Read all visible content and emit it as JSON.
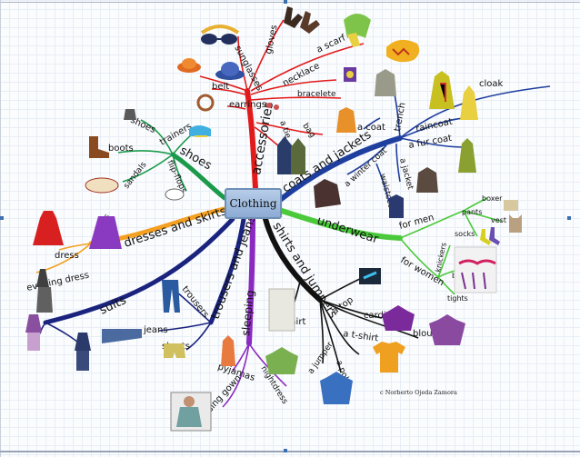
{
  "center": "Clothing",
  "copyright": "c Norberto Ojeda Zamora",
  "colors": {
    "accessories": "#e11b1b",
    "coats": "#1f3f9e",
    "underwear": "#4ac93a",
    "shirts": "#111111",
    "sleeping": "#8a2ac0",
    "trousers": "#1a237e",
    "dresses": "#f4a020",
    "shoes": "#1b9a4a",
    "suits": "#1a237e"
  },
  "branches": {
    "accessories": {
      "label": "accessories",
      "items": [
        "sunglasses",
        "gloves",
        "a scarf",
        "hat",
        "necklace",
        "bracelete",
        "belt",
        "earrings",
        "a tie",
        "bag"
      ]
    },
    "coats": {
      "label": "coats and jackets",
      "items": [
        "a coat",
        "trench",
        "raincoat",
        "cloak",
        "a fur coat",
        "a winter coat",
        "a jacket",
        "waistcoat"
      ]
    },
    "underwear": {
      "label": "underwear",
      "items": [
        "for men",
        "pants",
        "boxer",
        "socks",
        "vest",
        "for women",
        "knickers",
        "bra",
        "tights"
      ]
    },
    "shirts": {
      "label": "shirts and jumpers",
      "items": [
        "shirt",
        "a top",
        "cardigan",
        "blouse",
        "a t-shirt",
        "a jumper",
        "a polo"
      ]
    },
    "sleeping": {
      "label": "sleeping",
      "items": [
        "pyjamas",
        "nightdress",
        "dressing gown"
      ]
    },
    "trousers": {
      "label": "trousers and jeans",
      "items": [
        "trousers",
        "jeans",
        "shorts"
      ]
    },
    "dresses": {
      "label": "dresses and skirts",
      "items": [
        "skirts",
        "dress",
        "evening dress"
      ]
    },
    "shoes": {
      "label": "shoes",
      "items": [
        "shoes",
        "trainers",
        "boots",
        "sandals",
        "flip-flops"
      ]
    },
    "suits": {
      "label": "suits",
      "items": []
    }
  }
}
